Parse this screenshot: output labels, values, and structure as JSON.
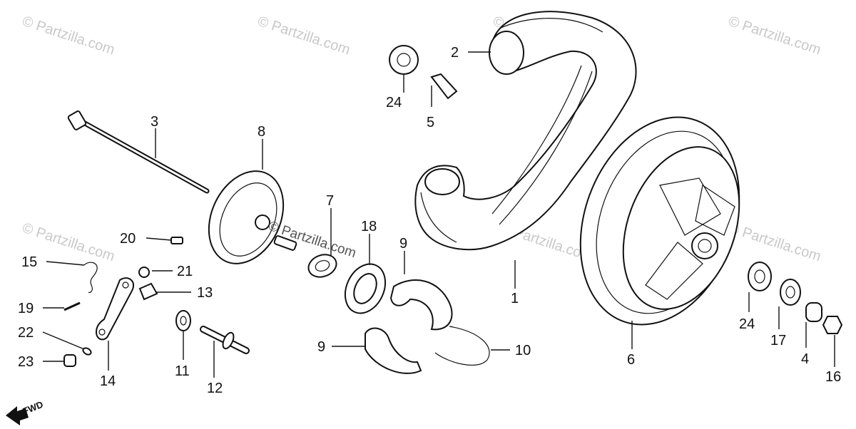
{
  "diagram": {
    "callouts": {
      "c1": "1",
      "c2": "2",
      "c3": "3",
      "c4": "4",
      "c5": "5",
      "c6": "6",
      "c7": "7",
      "c8": "8",
      "c9a": "9",
      "c9b": "9",
      "c10": "10",
      "c11": "11",
      "c12": "12",
      "c13": "13",
      "c14": "14",
      "c15": "15",
      "c16": "16",
      "c17": "17",
      "c18": "18",
      "c19": "19",
      "c20": "20",
      "c21": "21",
      "c22": "22",
      "c23": "23",
      "c24a": "24",
      "c24b": "24"
    },
    "direction_label": "FWD",
    "watermark": "© Partzilla.com",
    "center_watermark": "© Partzilla.com"
  }
}
